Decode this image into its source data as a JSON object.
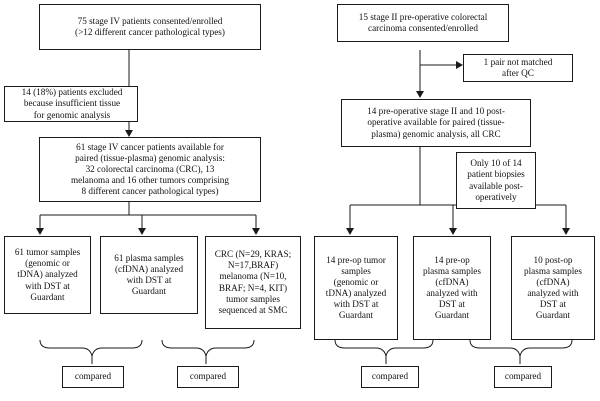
{
  "left": {
    "enrolled": "75 stage IV patients consented/enrolled\n(>12 different cancer pathological types)",
    "excluded": "14 (18%) patients excluded\nbecause insufficient tissue\nfor genomic analysis",
    "available": "61 stage IV cancer patients available for\npaired (tissue-plasma) genomic analysis:\n32 colorectal carcinoma (CRC), 13\nmelanoma and 16 other tumors comprising\n8 different cancer pathological types)",
    "tumor_samples": "61 tumor samples\n(genomic or\ntDNA) analyzed\nwith DST at\nGuardant",
    "plasma_samples": "61 plasma samples\n(cfDNA) analyzed\nwith DST at\nGuardant",
    "smc_samples": "CRC (N=29, KRAS;\nN=17,BRAF)\nmelanoma (N=10,\nBRAF; N=4, KIT)\ntumor samples\nsequenced at SMC",
    "compared_1": "compared",
    "compared_2": "compared"
  },
  "right": {
    "enrolled": "15 stage II pre-operative colorectal\ncarcinoma consented/enrolled",
    "not_matched": "1 pair not matched\nafter QC",
    "available": "14 pre-operative stage II and 10 post-\noperative available for paired (tissue-\nplasma) genomic analysis, all CRC",
    "post_op_note": "Only 10 of 14\npatient biopsies\navailable post-\noperatively",
    "preop_tumor": "14 pre-op tumor\nsamples\n(genomic or\ntDNA) analyzed\nwith DST at\nGuardant",
    "preop_plasma": "14 pre-op\nplasma samples\n(cfDNA)\nanalyzed with\nDST at\nGuardant",
    "postop_plasma": "10 post-op\nplasma samples\n(cfDNA)\nanalyzed with\nDST at\nGuardant",
    "compared_1": "compared",
    "compared_2": "compared"
  }
}
